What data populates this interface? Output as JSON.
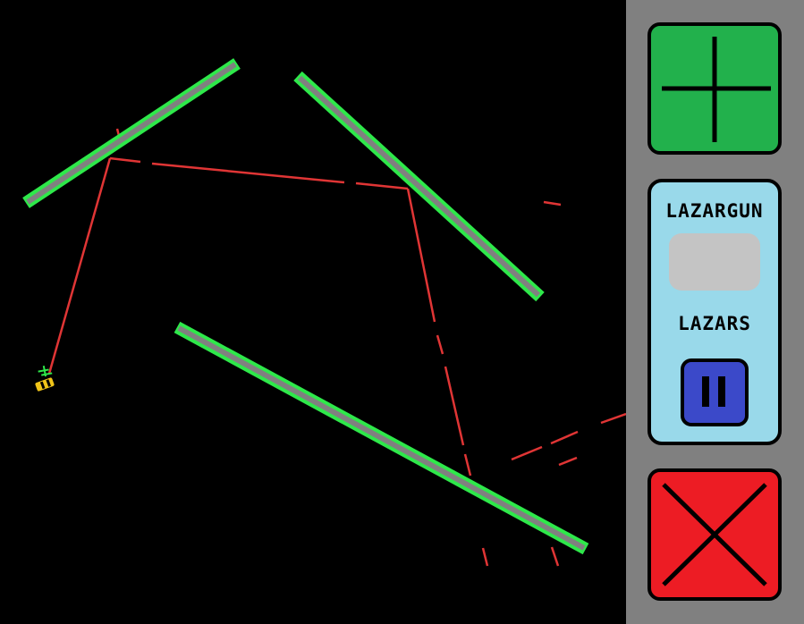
{
  "colors": {
    "background": "#000000",
    "sidebar": "#808080",
    "mirror_border": "#2ee84a",
    "mirror_core": "#808080",
    "laser": "#e03535",
    "add_button": "#22b14c",
    "close_button": "#ed1c24",
    "panel": "#99d9ea",
    "gun_slot": "#c4c4c4",
    "lazar_button": "#3b49c9"
  },
  "sidebar": {
    "add_button_icon": "plus-icon",
    "close_button_icon": "x-icon",
    "panel": {
      "lazargun_label": "LAZARGUN",
      "lazars_label": "LAZARS",
      "lazar_button_icon": "pause-icon"
    }
  },
  "game": {
    "mirror_count": 3,
    "laser_emitter_icon": "laser-gun-icon"
  }
}
